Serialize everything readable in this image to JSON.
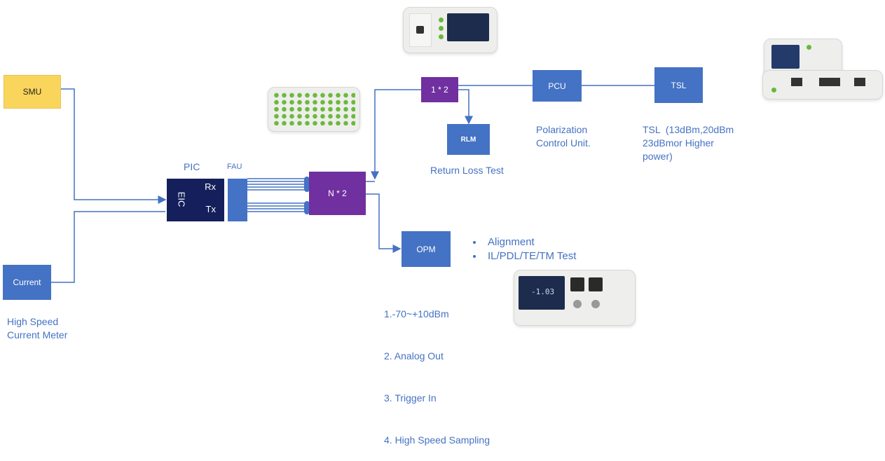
{
  "diagram": {
    "colors": {
      "accent_blue": "#4472c4",
      "purple": "#7030a0",
      "navy": "#141f5c",
      "yellow": "#f9d65b"
    },
    "nodes": {
      "smu": "SMU",
      "current": "Current",
      "pic_title": "PIC",
      "eic": "EIC",
      "rx": "Rx",
      "tx": "Tx",
      "fau": "FAU",
      "n2": "N * 2",
      "splitter": "1 * 2",
      "rlm": "RLM",
      "pcu": "PCU",
      "tsl": "TSL",
      "opm": "OPM"
    },
    "captions": {
      "current_meter": "High Speed\nCurrent Meter",
      "return_loss": "Return Loss Test",
      "pcu_desc": "Polarization\nControl Unit.",
      "tsl_desc": "TSL  (13dBm,20dBm\n23dBmor Higher\npower)"
    },
    "opm_bullets": [
      "Alignment",
      "IL/PDL/TE/TM Test"
    ],
    "opm_specs": [
      "1.-70~+10dBm",
      "2. Analog Out",
      "3. Trigger In",
      "4. High Speed Sampling"
    ],
    "device_images": [
      {
        "name": "pcu-device-photo"
      },
      {
        "name": "fiber-switch-device-photo"
      },
      {
        "name": "tsl-device-photo"
      },
      {
        "name": "opm-device-photo"
      }
    ],
    "opm_screen_reading": "-1.03"
  }
}
